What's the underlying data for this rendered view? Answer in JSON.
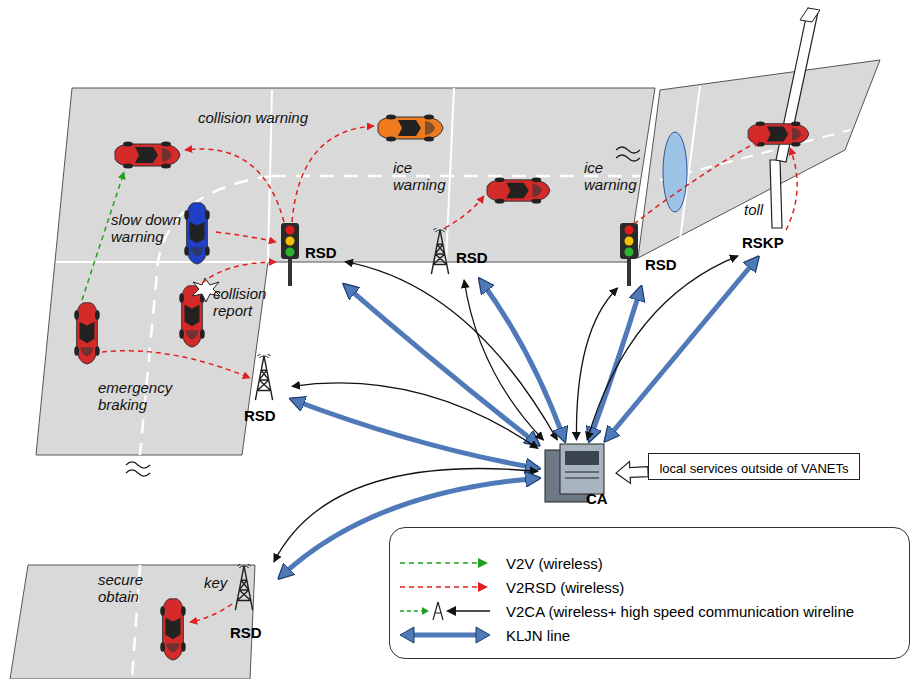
{
  "diagram": {
    "nodes": [
      {
        "text": [
          "RSD"
        ]
      },
      {
        "text": [
          "RSD"
        ]
      },
      {
        "text": [
          "RSD"
        ]
      },
      {
        "text": [
          "RSKP"
        ]
      },
      {
        "text": [
          "RSD"
        ]
      },
      {
        "text": [
          "CA"
        ]
      },
      {
        "text": [
          "local services outside of VANETs"
        ]
      },
      {
        "text": [
          "RSD"
        ]
      }
    ],
    "edges": [
      {
        "from": 0,
        "to": 5,
        "arrow": "both"
      },
      {
        "from": 0,
        "to": 5,
        "arrow": "both"
      },
      {
        "from": 1,
        "to": 5,
        "arrow": "both"
      },
      {
        "from": 1,
        "to": 5,
        "arrow": "both"
      },
      {
        "from": 2,
        "to": 5,
        "arrow": "both"
      },
      {
        "from": 2,
        "to": 5,
        "arrow": "both"
      },
      {
        "from": 3,
        "to": 5,
        "arrow": "both"
      },
      {
        "from": 3,
        "to": 5,
        "arrow": "both"
      },
      {
        "from": 4,
        "to": 5,
        "arrow": "both"
      },
      {
        "from": 4,
        "to": 5,
        "arrow": "both"
      },
      {
        "from": 7,
        "to": 5,
        "arrow": "both"
      },
      {
        "from": 7,
        "to": 5,
        "arrow": "both"
      },
      {
        "from": 6,
        "to": 5,
        "arrow": "to"
      }
    ],
    "labels": [
      "collision warning",
      "slow down warning",
      "ice warning",
      "ice warning",
      "collision report",
      "emergency braking",
      "toll",
      "secure obtain",
      "key"
    ],
    "legend": [
      {
        "text": "V2V (wireless)"
      },
      {
        "text": "V2RSD (wireless)"
      },
      {
        "text": "V2CA (wireless+ high speed communication wireline"
      },
      {
        "text": "KLJN line"
      }
    ]
  }
}
